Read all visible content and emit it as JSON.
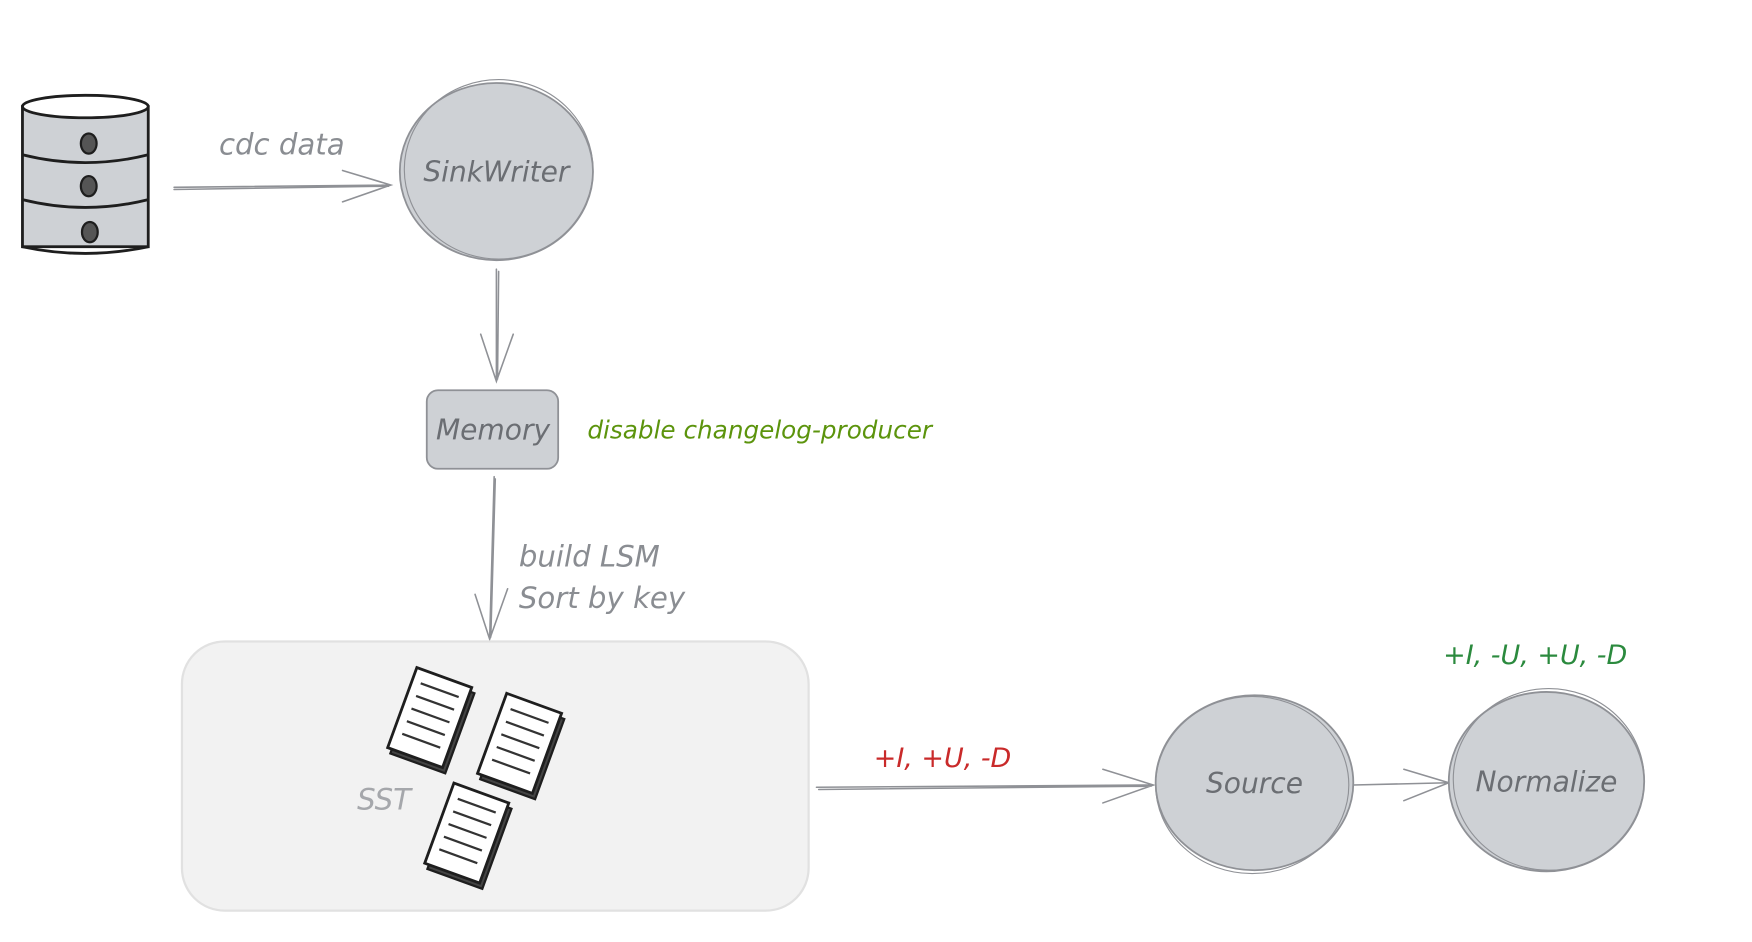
{
  "nodes": {
    "sinkwriter": "SinkWriter",
    "memory": "Memory",
    "sst": "SST",
    "source": "Source",
    "normalize": "Normalize"
  },
  "labels": {
    "cdc_data": "cdc data",
    "disable_changelog": "disable changelog-producer",
    "build_lsm": "build LSM",
    "sort_by_key": "Sort by key",
    "source_changes": "+I, +U, -D",
    "normalize_changes": "+I, -U, +U, -D"
  },
  "colors": {
    "green_note": "#5c940d",
    "red_note": "#c92a2a",
    "green_output": "#2b8a3e",
    "node_fill": "#ced1d5",
    "container_fill": "#f2f2f2"
  },
  "icons": {
    "database": "database-icon",
    "documents": "document-stack-icon"
  }
}
